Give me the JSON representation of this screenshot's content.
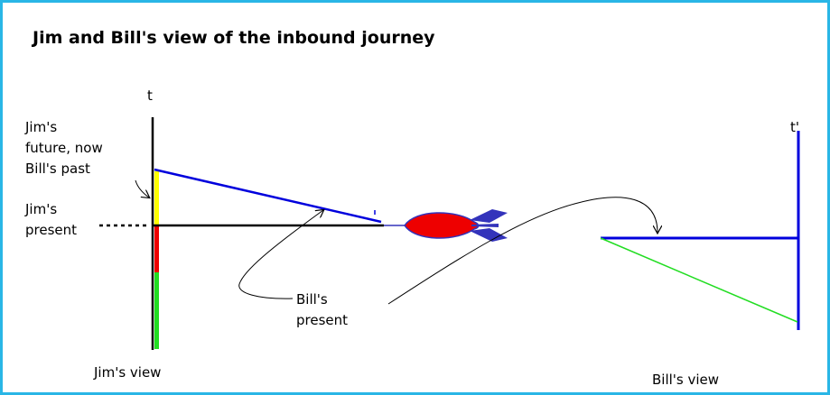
{
  "title": "Jim and Bill's view of the inbound journey",
  "jim": {
    "axis_label": "t",
    "future_label_1": "Jim's",
    "future_label_2": "future, now",
    "future_label_3": "Bill's past",
    "present_label_1": "Jim's",
    "present_label_2": "present",
    "view_label": "Jim's view"
  },
  "bill": {
    "axis_label": "t'",
    "present_label_1": "Bill's",
    "present_label_2": "present",
    "view_label": "Bill's view"
  },
  "colors": {
    "frame": "#29b6e6",
    "blue_line": "#0000dd",
    "green_line": "#22dd22",
    "yellow_segment": "#ffff00",
    "red_segment": "#ee0000",
    "rocket_body": "#ee0000",
    "rocket_outline": "#3333bb"
  }
}
